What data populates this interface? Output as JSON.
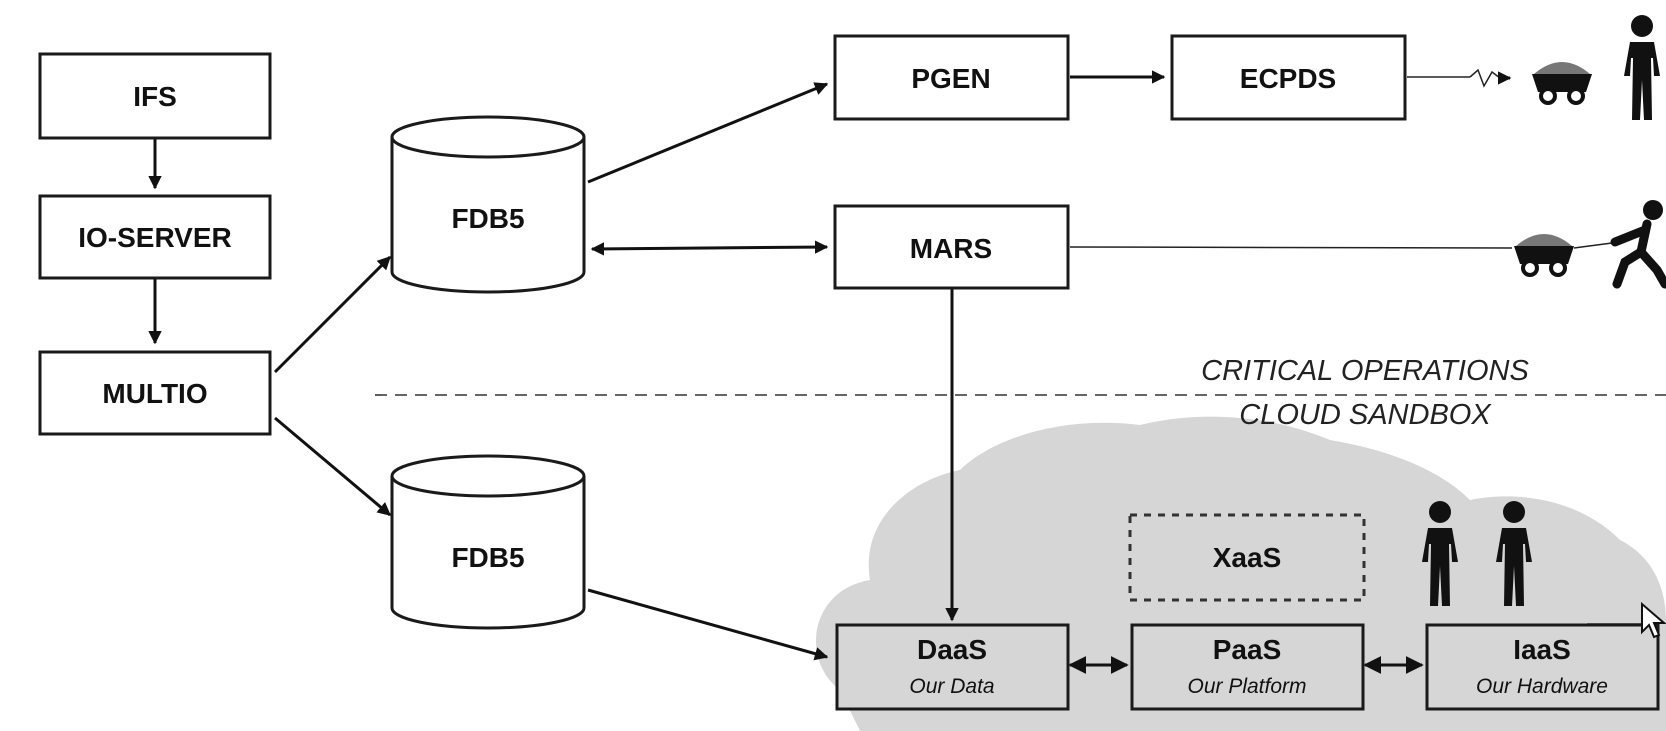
{
  "nodes": {
    "ifs": "IFS",
    "io_server": "IO-SERVER",
    "multio": "MULTIO",
    "fdb5_top": "FDB5",
    "fdb5_bottom": "FDB5",
    "pgen": "PGEN",
    "ecpds": "ECPDS",
    "mars": "MARS",
    "xaas": "XaaS",
    "daas": "DaaS",
    "daas_sub": "Our Data",
    "paas": "PaaS",
    "paas_sub": "Our Platform",
    "iaas": "IaaS",
    "iaas_sub": "Our Hardware"
  },
  "zones": {
    "upper": "CRITICAL OPERATIONS",
    "lower": "CLOUD SANDBOX"
  },
  "icons": [
    "mining-cart-icon",
    "person-icon",
    "running-person-icon",
    "mouse-cursor-icon"
  ],
  "colors": {
    "cloud": "#d6d6d6",
    "line": "#111111",
    "box_fill": "#ffffff"
  }
}
